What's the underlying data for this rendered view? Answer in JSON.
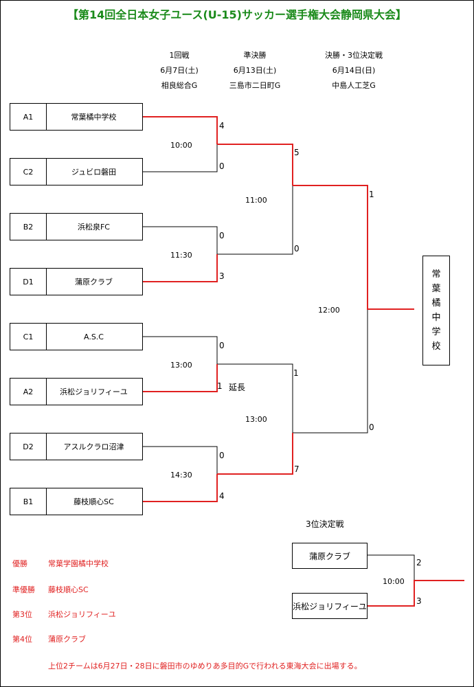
{
  "title": "【第14回全日本女子ユース(U-15)サッカー選手権大会静岡県大会】",
  "headers": {
    "r1": [
      "1回戦",
      "6月7日(土)",
      "相良総合G"
    ],
    "sf": [
      "準決勝",
      "6月13日(土)",
      "三島市二日町G"
    ],
    "final": [
      "決勝・3位決定戦",
      "6月14日(日)",
      "中島人工芝G"
    ]
  },
  "teams": [
    {
      "seed": "A1",
      "name": "常葉橘中学校"
    },
    {
      "seed": "C2",
      "name": "ジュビロ磐田"
    },
    {
      "seed": "B2",
      "name": "浜松泉FC"
    },
    {
      "seed": "D1",
      "name": "蒲原クラブ"
    },
    {
      "seed": "C1",
      "name": "A.S.C"
    },
    {
      "seed": "A2",
      "name": "浜松ジョリフィーユ"
    },
    {
      "seed": "D2",
      "name": "アスルクラロ沼津"
    },
    {
      "seed": "B1",
      "name": "藤枝順心SC"
    }
  ],
  "r1_times": [
    "10:00",
    "11:30",
    "13:00",
    "14:30"
  ],
  "r1_scores": [
    "4",
    "0",
    "0",
    "3",
    "0",
    "1",
    "0",
    "4"
  ],
  "extra_time": "延長",
  "sf_times": [
    "11:00",
    "13:00"
  ],
  "sf_scores": [
    "5",
    "0",
    "1",
    "7"
  ],
  "final_time": "12:00",
  "final_scores": [
    "1",
    "0"
  ],
  "champion_chars": [
    "常",
    "葉",
    "橘",
    "中",
    "学",
    "校"
  ],
  "third_place": {
    "title": "3位決定戦",
    "teams": [
      "蒲原クラブ",
      "浜松ジョリフィーユ"
    ],
    "time": "10:00",
    "scores": [
      "2",
      "3"
    ]
  },
  "results": [
    {
      "rank": "優勝",
      "team": "常葉学園橘中学校"
    },
    {
      "rank": "準優勝",
      "team": "藤枝順心SC"
    },
    {
      "rank": "第3位",
      "team": "浜松ジョリフィーユ"
    },
    {
      "rank": "第4位",
      "team": "蒲原クラブ"
    }
  ],
  "note": "上位2チームは6月27日・28日に磐田市のゆめりあ多目的Gで行われる東海大会に出場する。",
  "colors": {
    "title": "#1a8a1a",
    "winner_line": "#e02020",
    "result_text": "#e02020"
  }
}
